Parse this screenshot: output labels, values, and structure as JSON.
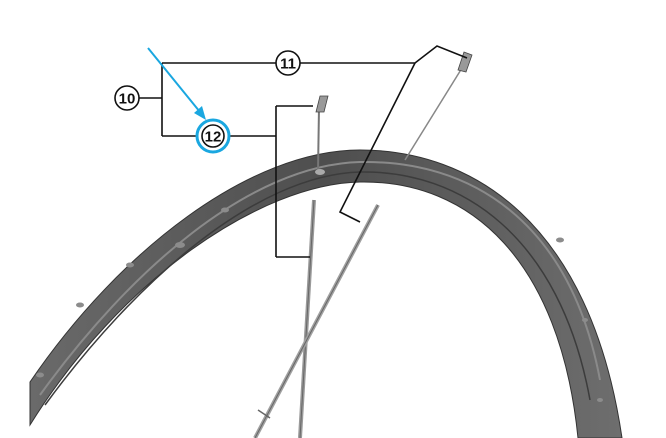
{
  "callouts": {
    "c10": "10",
    "c11": "11",
    "c12": "12"
  },
  "colors": {
    "highlight": "#1aa7e0",
    "rim": "#5e5e5e",
    "line": "#111111"
  }
}
